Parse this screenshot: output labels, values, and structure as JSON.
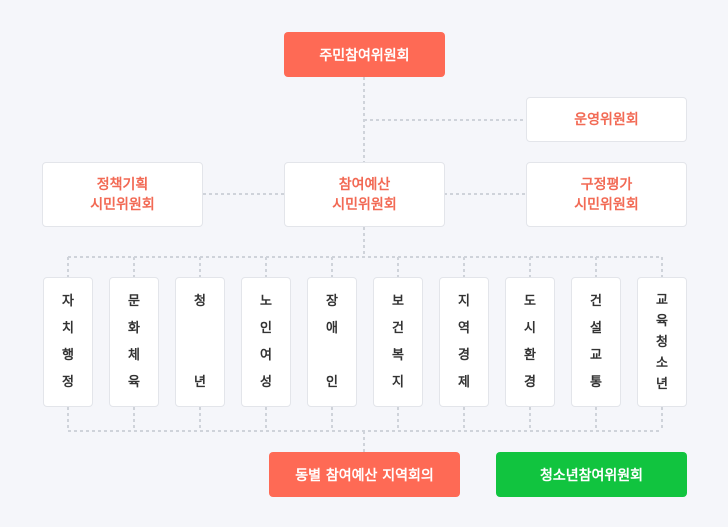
{
  "top": {
    "label": "주민참여위원회"
  },
  "operating": {
    "label": "운영위원회"
  },
  "policy": {
    "label": "정책기획\n시민위원회"
  },
  "budget": {
    "label": "참여예산\n시민위원회"
  },
  "evaluation": {
    "label": "구정평가\n시민위원회"
  },
  "subcommittees": [
    {
      "chars": [
        "자",
        "치",
        "행",
        "정"
      ]
    },
    {
      "chars": [
        "문",
        "화",
        "체",
        "육"
      ]
    },
    {
      "chars": [
        "청",
        "",
        "",
        "년"
      ]
    },
    {
      "chars": [
        "노",
        "인",
        "여",
        "성"
      ]
    },
    {
      "chars": [
        "장",
        "애",
        "",
        "인"
      ]
    },
    {
      "chars": [
        "보",
        "건",
        "복",
        "지"
      ]
    },
    {
      "chars": [
        "지",
        "역",
        "경",
        "제"
      ]
    },
    {
      "chars": [
        "도",
        "시",
        "환",
        "경"
      ]
    },
    {
      "chars": [
        "건",
        "설",
        "교",
        "통"
      ]
    },
    {
      "chars": [
        "교",
        "육",
        "청",
        "소",
        "년"
      ]
    }
  ],
  "regional": {
    "label": "동별 참여예산 지역회의"
  },
  "youth": {
    "label": "청소년참여위원회"
  },
  "colors": {
    "primary": "#fe6a55",
    "accent_text": "#f26a55",
    "green": "#11c43f",
    "line": "#cfd3da"
  }
}
